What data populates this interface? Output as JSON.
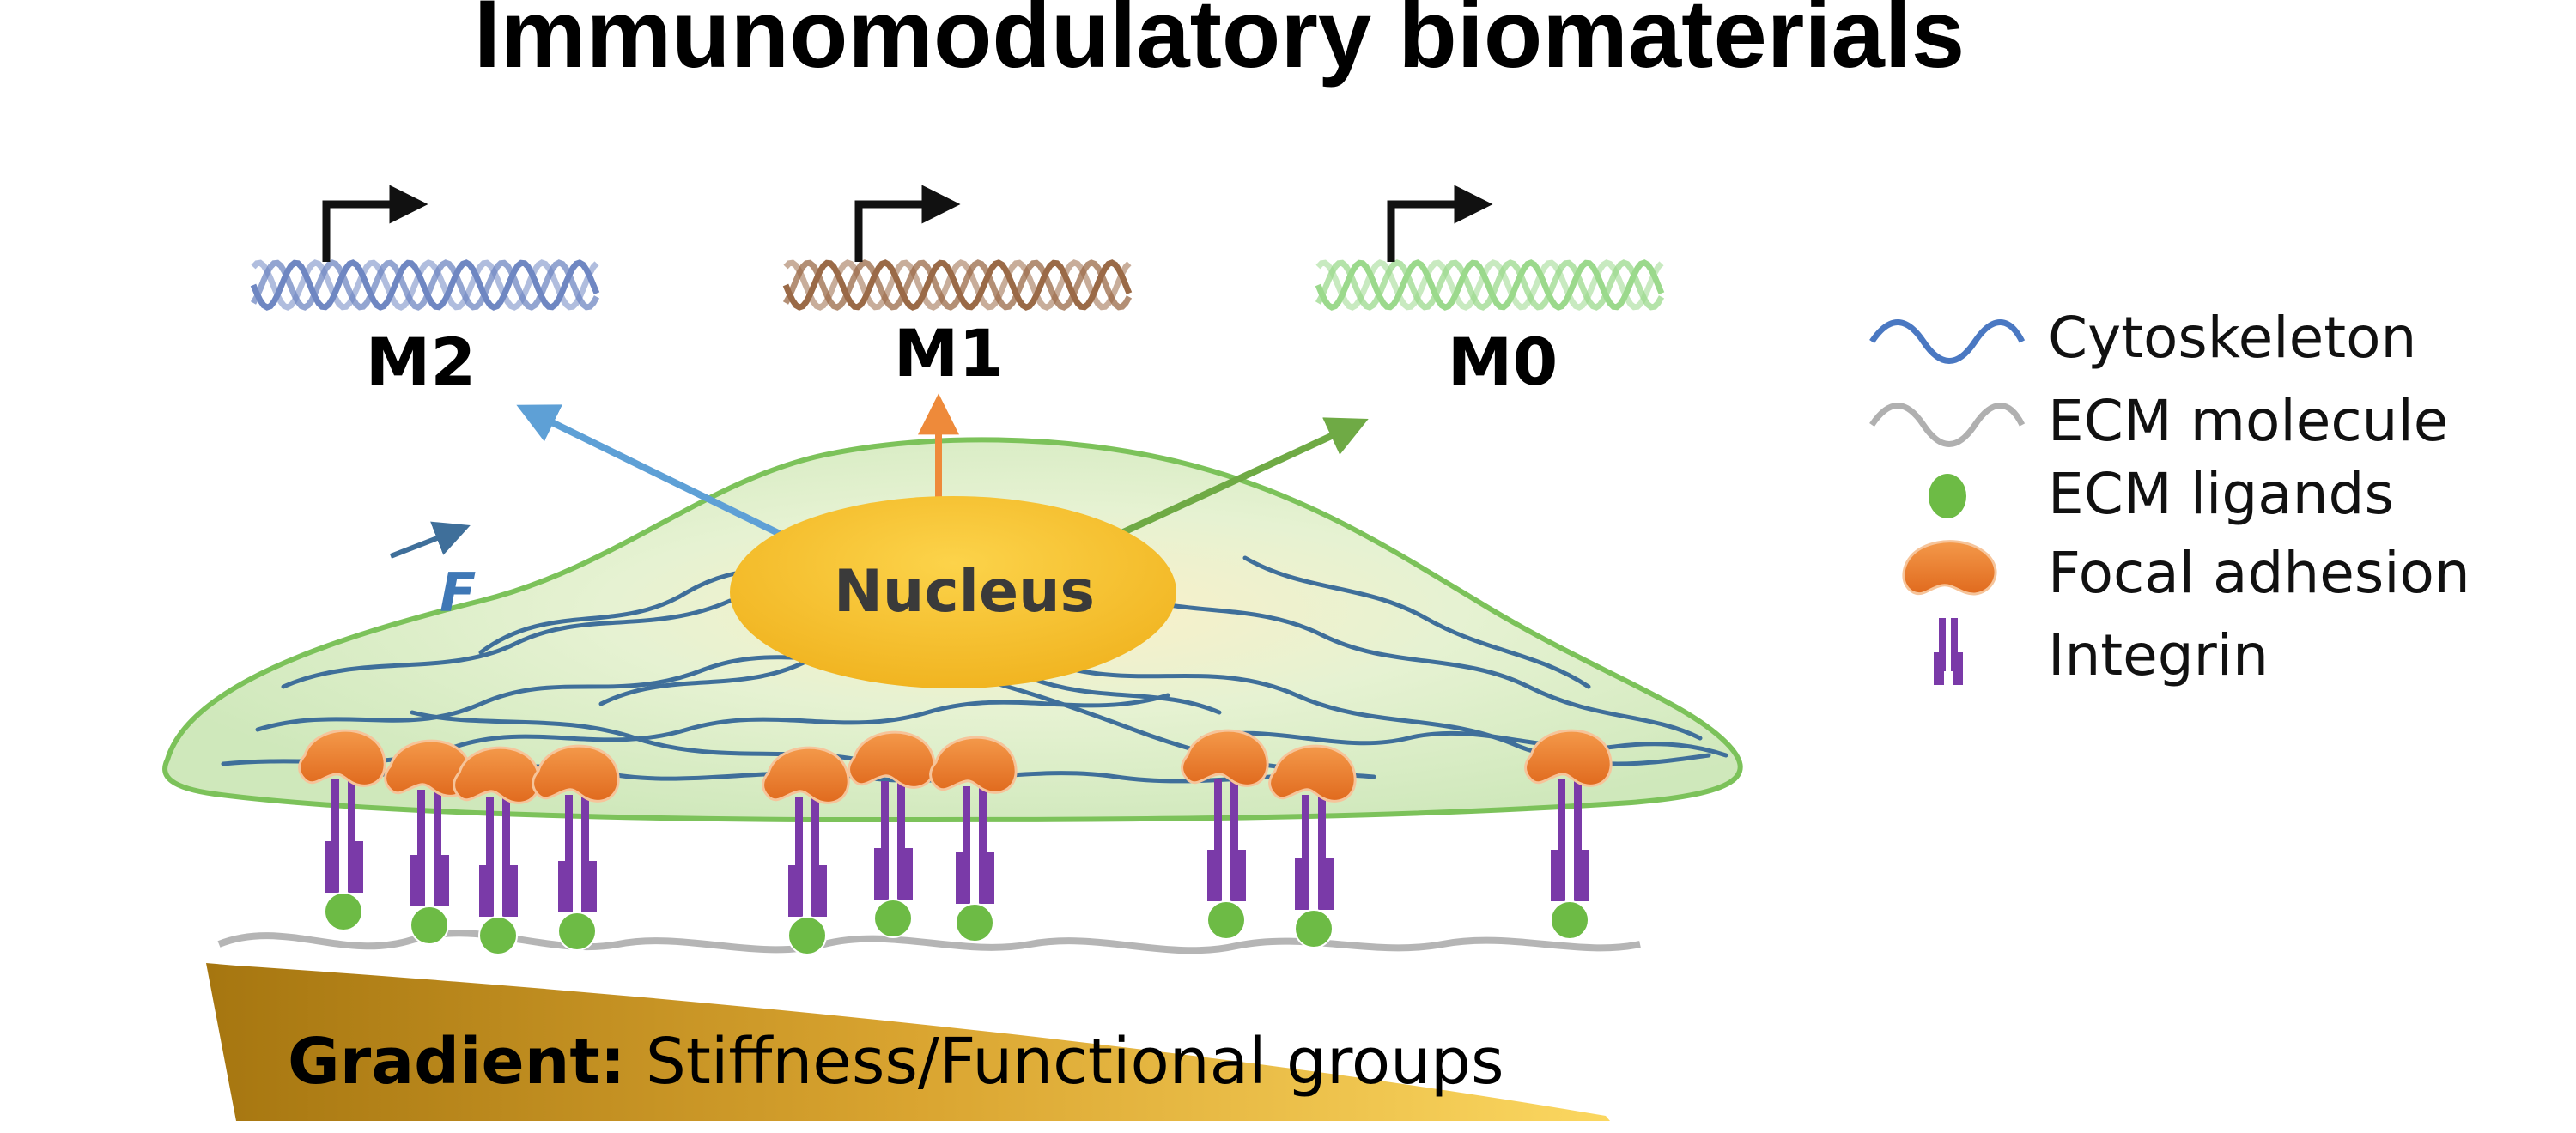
{
  "title": "Immunomodulatory biomaterials",
  "phenotypes": [
    {
      "label": "M2",
      "color": "#6f87c2"
    },
    {
      "label": "M1",
      "color": "#9a6a47"
    },
    {
      "label": "M0",
      "color": "#9bd98c"
    }
  ],
  "nucleus_label": "Nucleus",
  "force_label": "F",
  "legend": [
    {
      "label": "Cytoskeleton",
      "icon": "blue-wave-icon"
    },
    {
      "label": "ECM molecule",
      "icon": "gray-wave-icon"
    },
    {
      "label": "ECM ligands",
      "icon": "green-dot-icon"
    },
    {
      "label": "Focal adhesion",
      "icon": "orange-blob-icon"
    },
    {
      "label": "Integrin",
      "icon": "purple-integrin-icon"
    }
  ],
  "gradient": {
    "bold": "Gradient:",
    "rest": " Stiffness/Functional groups"
  },
  "colors": {
    "cell_fill": "#d8ecc4",
    "cell_stroke": "#7cc25a",
    "nucleus": "#f6bd2a",
    "cytoskeleton": "#3f6f9a",
    "ecm": "#b5b5b5",
    "ligand": "#6dbb45",
    "focal_adhesion": "#ec7a2c",
    "integrin": "#7a3aa8",
    "arrow_m2": "#5ea0d6",
    "arrow_m1": "#ee8a3a",
    "arrow_m0": "#6faa45",
    "gradient_dark": "#a97c12",
    "gradient_light": "#f6c94a"
  }
}
